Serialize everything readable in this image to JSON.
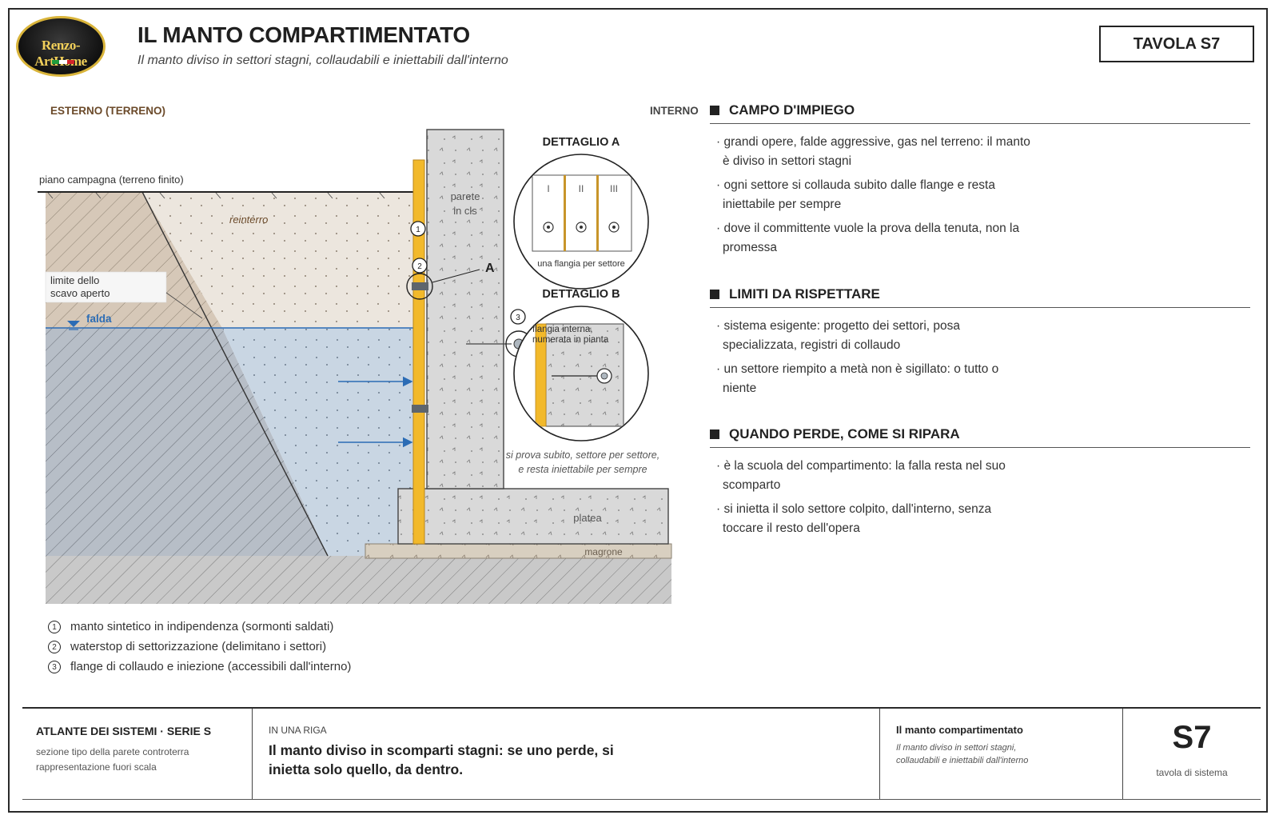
{
  "header": {
    "logo_text": "Renzo-ArtHome",
    "title": "IL MANTO COMPARTIMENTATO",
    "subtitle": "Il manto diviso in settori stagni, collaudabili e iniettabili dall'interno",
    "sheet_badge": "TAVOLA S7"
  },
  "colors": {
    "membrane": "#f2b92b",
    "water": "#c9d6e3",
    "water_line": "#2b6cb5",
    "backfill": "#ece6de",
    "soil_hatch": "#d3c5b5",
    "concrete": "#d9d9d9",
    "ground": "#c7c7c7",
    "lean_concrete": "#d8cfc0",
    "esterno_label": "#6b4a2a"
  },
  "diagram": {
    "label_exterior": "ESTERNO (TERRENO)",
    "label_interior": "INTERNO",
    "label_ground_level": "piano campagna (terreno finito)",
    "label_backfill": "reinterro",
    "label_excavation_limit_1": "limite dello",
    "label_excavation_limit_2": "scavo aperto",
    "label_groundwater": "falda",
    "label_wall_1": "parete",
    "label_wall_2": "in cls",
    "label_slab": "platea",
    "label_lean": "magrone",
    "detail_a_marker": "A",
    "callout_1": "1",
    "callout_2": "2",
    "callout_3": "3",
    "note_1": "si prova subito, settore per settore,",
    "note_2": "e resta iniettabile per sempre",
    "detail_a": {
      "title": "DETTAGLIO A",
      "sectors": [
        "I",
        "II",
        "III"
      ],
      "caption": "una flangia per settore"
    },
    "detail_b": {
      "title": "DETTAGLIO B",
      "caption_1": "flangia interna,",
      "caption_2": "numerata in pianta"
    }
  },
  "legend": [
    {
      "num": "1",
      "text": "manto sintetico in indipendenza (sormonti saldati)"
    },
    {
      "num": "2",
      "text": "waterstop di settorizzazione (delimitano i settori)"
    },
    {
      "num": "3",
      "text": "flange di collaudo e iniezione (accessibili dall'interno)"
    }
  ],
  "sections": [
    {
      "title": "CAMPO D'IMPIEGO",
      "bullets": [
        [
          "· grandi opere, falde aggressive, gas nel terreno: il manto",
          "è diviso in settori stagni"
        ],
        [
          "· ogni settore si collauda subito dalle flange e resta",
          "iniettabile per sempre"
        ],
        [
          "· dove il committente vuole la prova della tenuta, non la",
          "promessa"
        ]
      ]
    },
    {
      "title": "LIMITI DA RISPETTARE",
      "bullets": [
        [
          "· sistema esigente: progetto dei settori, posa",
          "specializzata, registri di collaudo"
        ],
        [
          "· un settore riempito a metà non è sigillato: o tutto o",
          "niente"
        ]
      ]
    },
    {
      "title": "QUANDO PERDE, COME SI RIPARA",
      "bullets": [
        [
          "· è la scuola del compartimento: la falla resta nel suo",
          "scomparto"
        ],
        [
          "· si inietta il solo settore colpito, dall'interno, senza",
          "toccare il resto dell'opera"
        ]
      ]
    }
  ],
  "footer": {
    "series": "ATLANTE DEI SISTEMI · SERIE S",
    "series_note_1": "sezione tipo della parete controterra",
    "series_note_2": "rappresentazione fuori scala",
    "one_line_label": "IN UNA RIGA",
    "one_line_1": "Il manto diviso in scomparti stagni: se uno perde, si",
    "one_line_2": "inietta solo quello, da dentro.",
    "system_name": "Il manto compartimentato",
    "system_desc_1": "Il manto diviso in settori stagni,",
    "system_desc_2": "collaudabili e iniettabili dall'interno",
    "code": "S7",
    "code_label": "tavola di sistema"
  }
}
